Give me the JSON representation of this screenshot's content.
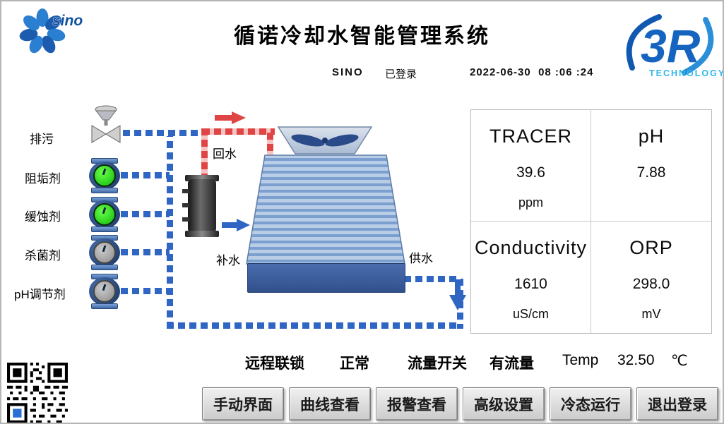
{
  "header": {
    "title": "循诺冷却水智能管理系统",
    "user": "SINO",
    "login_status": "已登录",
    "datetime": "2022-06-30  08 :06 :24",
    "sino_logo_text": "sino",
    "r3_logo_text": "3R",
    "r3_logo_sub": "TECHNOLOGY"
  },
  "diagram": {
    "dosing_points": [
      {
        "label": "排污",
        "device": "blowdown-valve",
        "state": ""
      },
      {
        "label": "阻垢剂",
        "device": "dosing-pump",
        "state": "on"
      },
      {
        "label": "缓蚀剂",
        "device": "dosing-pump",
        "state": "on"
      },
      {
        "label": "杀菌剂",
        "device": "dosing-pump",
        "state": "off"
      },
      {
        "label": "pH调节剂",
        "device": "dosing-pump",
        "state": "off"
      }
    ],
    "return_water_label": "回水",
    "makeup_water_label": "补水",
    "supply_water_label": "供水"
  },
  "readings": [
    {
      "name": "TRACER",
      "value": "39.6",
      "unit": "ppm"
    },
    {
      "name": "pH",
      "value": "7.88",
      "unit": ""
    },
    {
      "name": "Conductivity",
      "value": "1610",
      "unit": "uS/cm"
    },
    {
      "name": "ORP",
      "value": "298.0",
      "unit": "mV"
    }
  ],
  "status_bar": {
    "interlock_label": "远程联锁",
    "interlock_value": "正常",
    "flow_label": "流量开关",
    "flow_value": "有流量",
    "temp_label": "Temp",
    "temp_value": "32.50",
    "temp_unit": "℃"
  },
  "nav_buttons": [
    {
      "label": "手动界面"
    },
    {
      "label": "曲线查看"
    },
    {
      "label": "报警查看"
    },
    {
      "label": "高级设置"
    },
    {
      "label": "冷态运行"
    },
    {
      "label": "退出登录"
    }
  ],
  "colors": {
    "pipe_blue": "#2f66c4",
    "pipe_red": "#e04545",
    "pump_on_green": "#0db80d",
    "pump_off_gray": "#8a8a8a",
    "basin_blue": "#31508c",
    "logo_blue": "#1565c0",
    "logo_cyan": "#30b8ea"
  }
}
